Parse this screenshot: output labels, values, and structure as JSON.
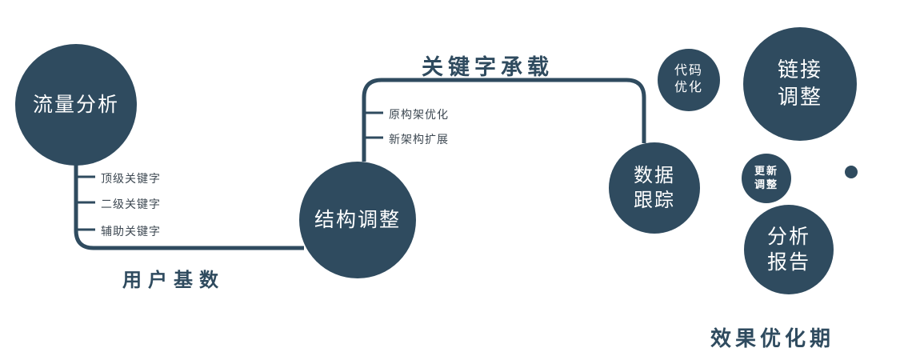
{
  "diagram": {
    "nodes": {
      "traffic": {
        "label": "流量分析"
      },
      "structure": {
        "label": "结构调整"
      },
      "tracking": {
        "label": "数据\n跟踪"
      },
      "code": {
        "label": "代码\n优化"
      },
      "link": {
        "label": "链接\n调整"
      },
      "update": {
        "label": "更新\n调整"
      },
      "report": {
        "label": "分析\n报告"
      }
    },
    "edge_labels": {
      "user_base": "用户基数",
      "keyword_carry": "关键字承载"
    },
    "branches": {
      "left": [
        "顶级关键字",
        "二级关键字",
        "辅助关键字"
      ],
      "middle": [
        "原构架优化",
        "新架构扩展"
      ]
    },
    "footer": "效果优化期",
    "colors": {
      "node_fill": "#2f4b5f",
      "line": "#2f4b5f",
      "label_text": "#2f4b5f",
      "branch_text": "#3d4852"
    }
  }
}
